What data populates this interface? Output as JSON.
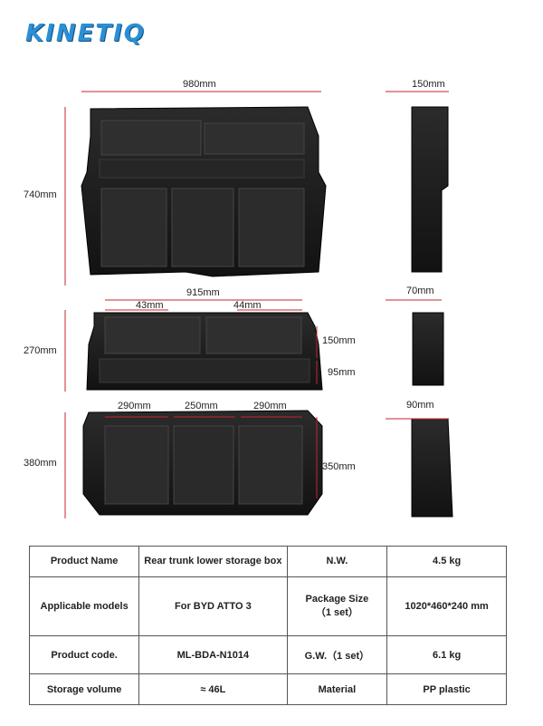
{
  "brand": "KINETIQ",
  "dimensions": {
    "top_width": "980mm",
    "top_height": "740mm",
    "side_top_depth": "150mm",
    "mid_width": "915mm",
    "mid_left": "43mm",
    "mid_right": "44mm",
    "mid_height": "270mm",
    "mid_h1": "150mm",
    "mid_h2": "95mm",
    "side_mid_depth": "70mm",
    "bot_w1": "290mm",
    "bot_w2": "250mm",
    "bot_w3": "290mm",
    "bot_height": "380mm",
    "bot_depth": "350mm",
    "side_bot_depth": "90mm"
  },
  "specs": [
    {
      "label": "Product Name",
      "value": "Rear trunk lower storage box",
      "label2": "N.W.",
      "value2": "4.5 kg"
    },
    {
      "label": "Applicable models",
      "value": "For BYD ATTO 3",
      "label2": "Package Size\n（1 set）",
      "value2": "1020*460*240 mm"
    },
    {
      "label": "Product code.",
      "value": "ML-BDA-N1014",
      "label2": "G.W.（1 set）",
      "value2": "6.1 kg"
    },
    {
      "label": "Storage volume",
      "value": "≈ 46L",
      "label2": "Material",
      "value2": "PP  plastic"
    }
  ]
}
